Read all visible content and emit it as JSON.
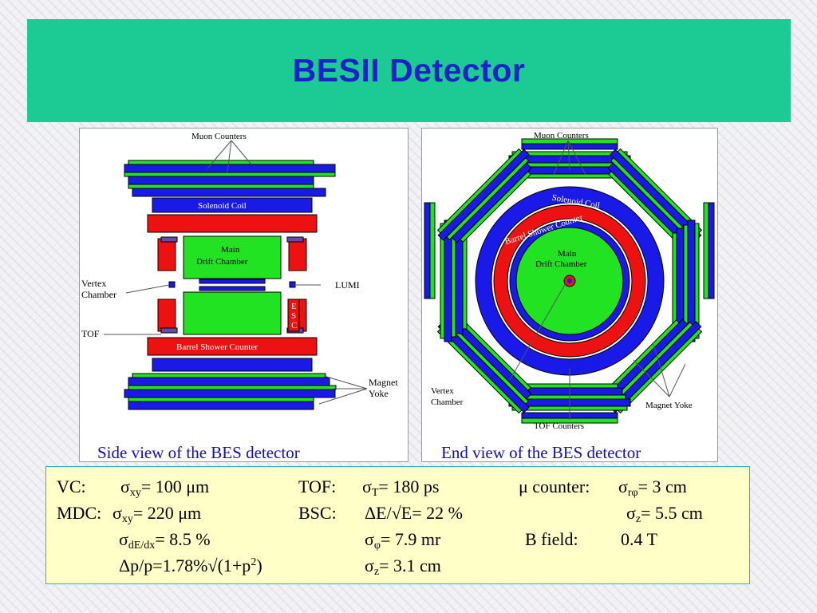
{
  "title": "BESII Detector",
  "side_view": {
    "caption": "Side view of the BES detector",
    "labels": {
      "muon_counters": "Muon Counters",
      "solenoid_coil": "Solenoid Coil",
      "main_drift_line1": "Main",
      "main_drift_line2": "Drift Chamber",
      "vertex_line1": "Vertex",
      "vertex_line2": "Chamber",
      "lumi": "LUMI",
      "esc": [
        "E",
        "S",
        "C"
      ],
      "tof": "TOF",
      "barrel_shower": "Barrel Shower Counter",
      "magnet_line1": "Magnet",
      "magnet_line2": "Yoke"
    }
  },
  "end_view": {
    "caption": "End view of the BES detector",
    "labels": {
      "muon_counters": "Muon Counters",
      "solenoid_coil": "Solenoid Coil",
      "barrel_shower": "Barrel Shower Counter",
      "main_drift_line1": "Main",
      "main_drift_line2": "Drift Chamber",
      "vertex_line1": "Vertex",
      "vertex_line2": "Chamber",
      "tof_counters": "TOF Counters",
      "magnet_yoke": "Magnet Yoke"
    }
  },
  "specs": {
    "vc_label": "VC:",
    "vc_sigma": "σ",
    "vc_sub": "xy",
    "vc_value": "= 100  μm",
    "tof_label": "TOF:",
    "tof_sigma": "σ",
    "tof_sub": "T",
    "tof_value": "= 180 ps",
    "mu_label": "μ counter:",
    "mu_sigma": "σ",
    "mu_sub": "rφ",
    "mu_value": "= 3 cm",
    "mdc_label": "MDC:",
    "mdc_sigma": "σ",
    "mdc_sub": "xy",
    "mdc_value": "=  220  μm",
    "bsc_label": "BSC:",
    "bsc_value": "ΔE/√E= 22 %",
    "muz_sigma": "σ",
    "muz_sub": "z",
    "muz_value": "= 5.5 cm",
    "dedx_sigma": "σ",
    "dedx_sub": "dE/dx",
    "dedx_value": "= 8.5 %",
    "phi_sigma": "σ",
    "phi_sub": "φ",
    "phi_value": "= 7.9 mr",
    "bfield_label": "B field:",
    "bfield_value": "0.4 T",
    "dp_value": "Δp/p=1.78%√(1+p",
    "dp_sup": "2",
    "dp_close": ")",
    "bscz_sigma": "σ",
    "bscz_sub": "z",
    "bscz_value": "= 3.1 cm"
  },
  "colors": {
    "title_bg": "#1cca93",
    "title_text": "#1d22c8",
    "blue": "#1a1ae8",
    "green": "#22e322",
    "red": "#ee1111",
    "spec_bg": "#ffffc8",
    "spec_border": "#29b3c5",
    "caption": "#1010b8"
  }
}
